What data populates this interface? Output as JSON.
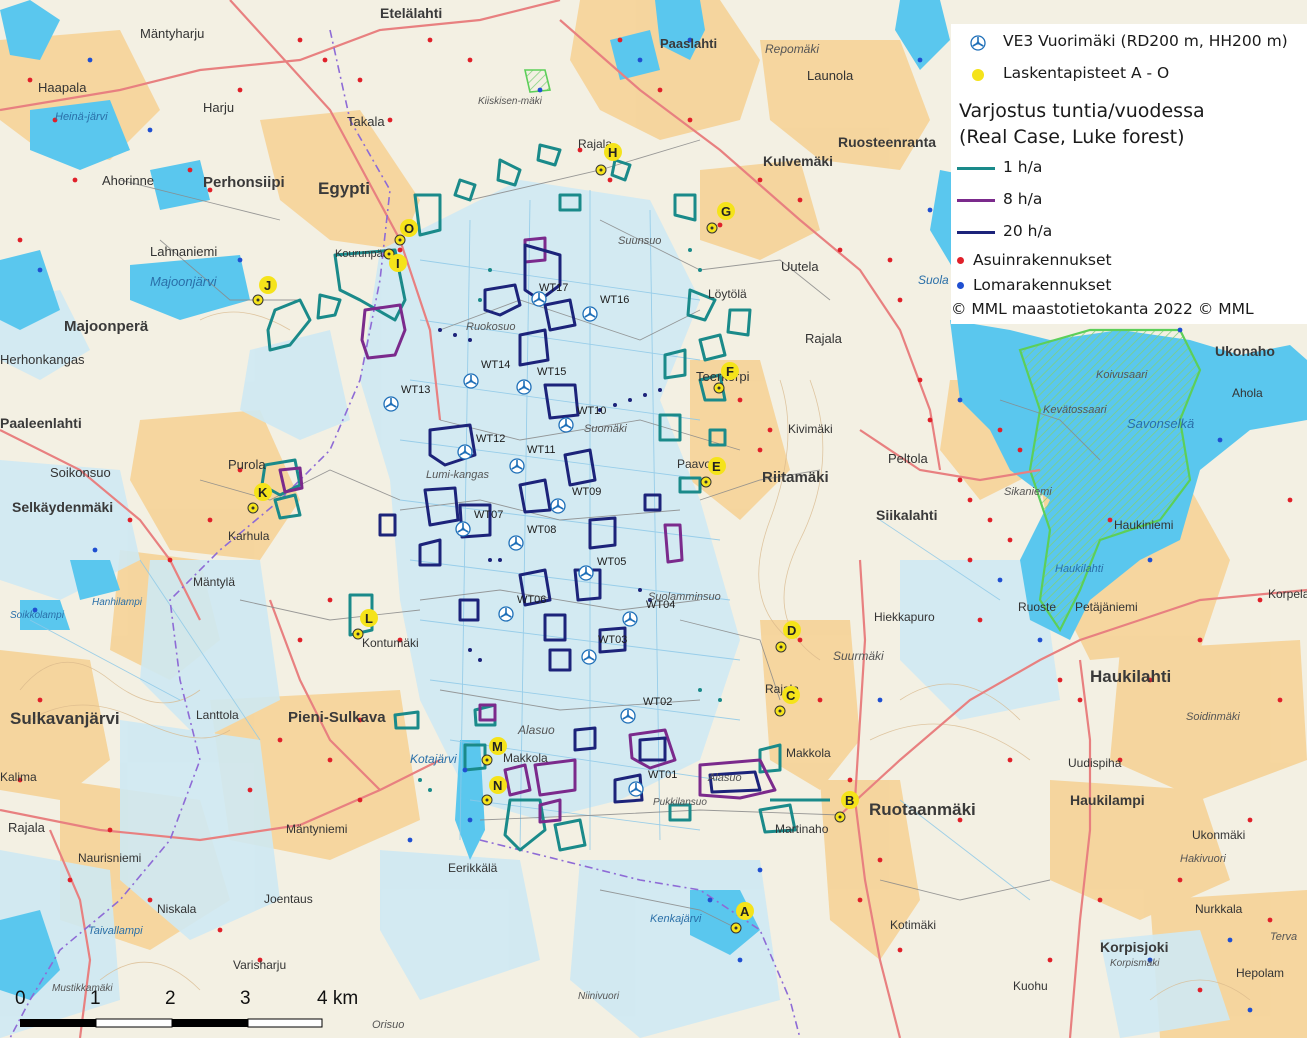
{
  "legend": {
    "turbine_label": "VE3 Vuorimäki (RD200 m, HH200 m)",
    "points_label": "Laskentapisteet A - O",
    "heading_line1": "Varjostus tuntia/vuodessa",
    "heading_line2": "(Real Case, Luke forest)",
    "line1_label": "1 h/a",
    "line8_label": "8 h/a",
    "line20_label": "20 h/a",
    "residential_label": "Asuinrakennukset",
    "holiday_label": "Lomarakennukset",
    "copyright": "© MML maastotietokanta 2022 © MML",
    "colors": {
      "h1": "#1a8a8a",
      "h8": "#7b2a8c",
      "h20": "#1c237a",
      "residential": "#e0202a",
      "holiday": "#1f4fd1",
      "point_fill": "#f5e31a",
      "turbine": "#1e6fb8"
    }
  },
  "turbines": [
    {
      "id": "WT01",
      "label": "WT01"
    },
    {
      "id": "WT02",
      "label": "WT02"
    },
    {
      "id": "WT03",
      "label": "WT03"
    },
    {
      "id": "WT04",
      "label": "WT04"
    },
    {
      "id": "WT05",
      "label": "WT05"
    },
    {
      "id": "WT06",
      "label": "WT06"
    },
    {
      "id": "WT07",
      "label": "WT07"
    },
    {
      "id": "WT08",
      "label": "WT08"
    },
    {
      "id": "WT09",
      "label": "WT09"
    },
    {
      "id": "WT10",
      "label": "WT10"
    },
    {
      "id": "WT11",
      "label": "WT11"
    },
    {
      "id": "WT12",
      "label": "WT12"
    },
    {
      "id": "WT13",
      "label": "WT13"
    },
    {
      "id": "WT14",
      "label": "WT14"
    },
    {
      "id": "WT15",
      "label": "WT15"
    },
    {
      "id": "WT16",
      "label": "WT16"
    },
    {
      "id": "WT17",
      "label": "WT17"
    }
  ],
  "points": [
    "A",
    "B",
    "C",
    "D",
    "E",
    "F",
    "G",
    "H",
    "I",
    "J",
    "K",
    "L",
    "M",
    "N",
    "O"
  ],
  "place_names": [
    "Etelälahti",
    "Mäntyharju",
    "Paaslahti",
    "Repomäki",
    "Launola",
    "Haapala",
    "Heinä-järvi",
    "Harju",
    "Takala",
    "Kiiskisen-mäki",
    "Rajala",
    "Ruosteenranta",
    "Kulvemäki",
    "Ahorinne",
    "Perhonsiipi",
    "Egypti",
    "Suunsuo",
    "Uutela",
    "Lahnaniemi",
    "Kourunpää",
    "Majoonjärvi",
    "Löytölä",
    "Suola",
    "Majoonperä",
    "Ruokosuo",
    "Rajala",
    "Herhonkangas",
    "Teerkorpi",
    "Ukonaho",
    "Koivusaari",
    "Kevätossaari",
    "Ahola",
    "Savonselkä",
    "Lumi-kangas",
    "Suomäki",
    "Kivimäki",
    "Paaleenlahti",
    "Soikonsuo",
    "Purola",
    "Paavola",
    "Riitamäki",
    "Peltola",
    "Selkäydenmäki",
    "Karhula",
    "Siikalahti",
    "Sikaniemi",
    "Haukiniemi",
    "Haukilahti",
    "Mäntylä",
    "Suolamminsuo",
    "Hiekkapuro",
    "Ruoste",
    "Petäjäniemi",
    "Korpela",
    "Kontumäki",
    "Suurmäki",
    "Haukilahti",
    "Rajala",
    "Soidinmäki",
    "Sulkavanjärvi",
    "Lanttola",
    "Pieni-Sulkava",
    "Alasuo",
    "Makkola",
    "Kotajärvi",
    "Makkola",
    "Alasuo",
    "Uudispiha",
    "Kalima",
    "Pukkilansuo",
    "Ruotaanmäki",
    "Haukilampi",
    "Rajala",
    "Mäntyniemi",
    "Martinaho",
    "Ukonmäki",
    "Hakivuori",
    "Naurisniemi",
    "Eerikkälä",
    "Joentaus",
    "Niskala",
    "Taivallampi",
    "Kenkajärvi",
    "Kotimäki",
    "Nurkkala",
    "Terva",
    "Korpisjoki",
    "Korpismäki",
    "Hepolam",
    "Varisharju",
    "Mustikkamäki",
    "Kuohu",
    "Niinivuori",
    "Orisuo",
    "Soikkolampi",
    "Hanhilampi"
  ],
  "scale": {
    "labels": [
      "0",
      "1",
      "2",
      "3",
      "4 km"
    ]
  }
}
